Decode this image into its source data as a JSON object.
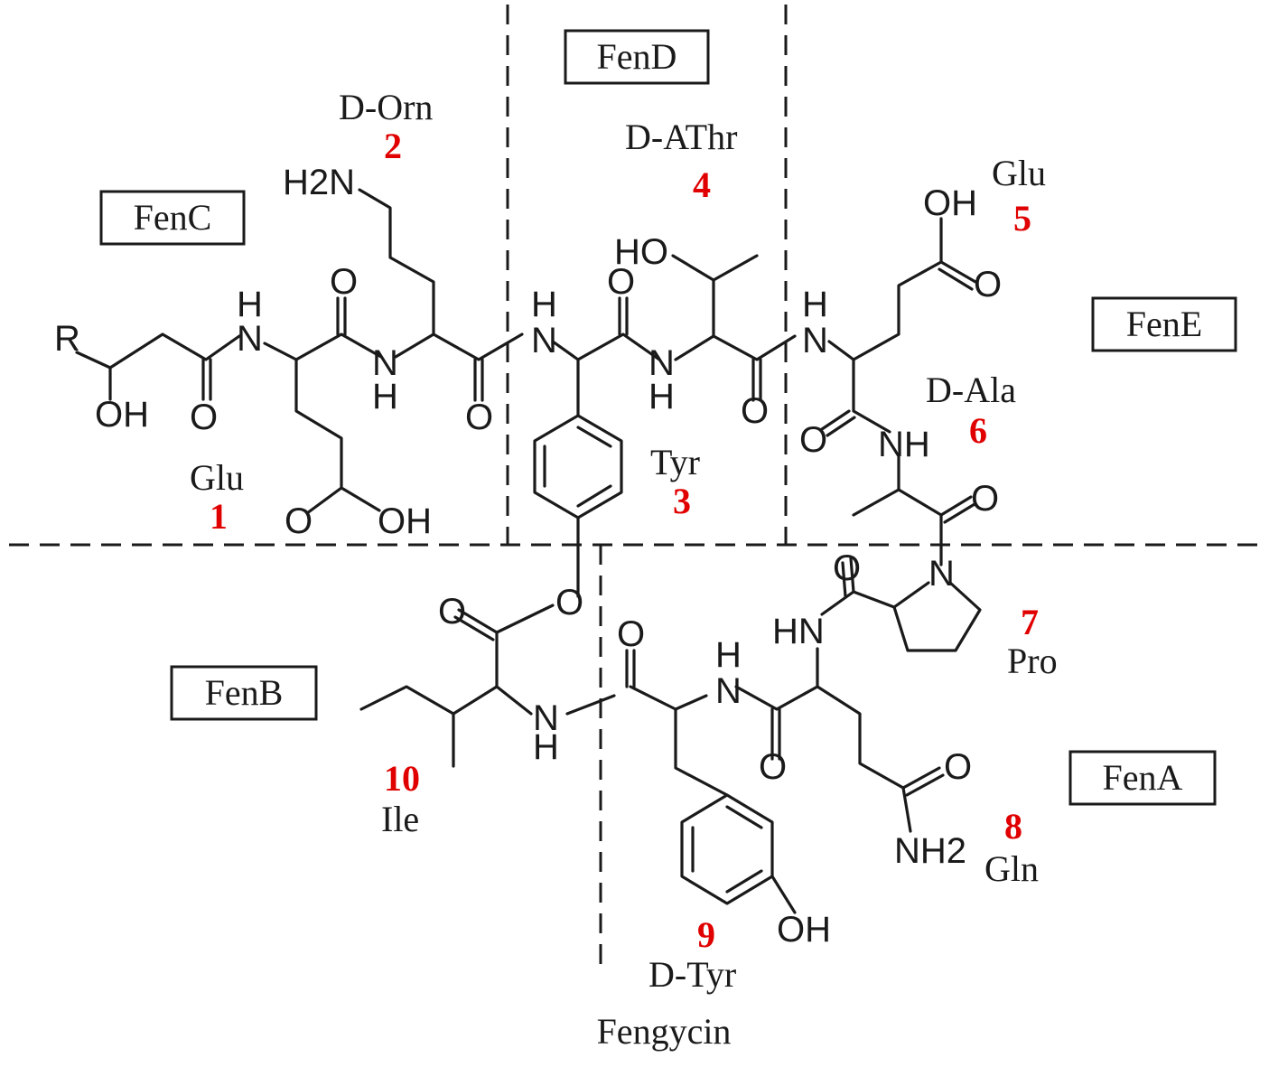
{
  "caption": "Fengycin",
  "modules": {
    "fenA": "FenA",
    "fenB": "FenB",
    "fenC": "FenC",
    "fenD": "FenD",
    "fenE": "FenE"
  },
  "residues": [
    {
      "number": "1",
      "name": "Glu"
    },
    {
      "number": "2",
      "name": "D-Orn"
    },
    {
      "number": "3",
      "name": "Tyr"
    },
    {
      "number": "4",
      "name": "D-AThr"
    },
    {
      "number": "5",
      "name": "Glu"
    },
    {
      "number": "6",
      "name": "D-Ala"
    },
    {
      "number": "7",
      "name": "Pro"
    },
    {
      "number": "8",
      "name": "Gln"
    },
    {
      "number": "9",
      "name": "D-Tyr"
    },
    {
      "number": "10",
      "name": "Ile"
    }
  ],
  "atoms": {
    "r": "R",
    "oh": "OH",
    "o": "O",
    "h": "H",
    "n": "N",
    "hn": "HN",
    "nh": "NH",
    "h2n": "H2N",
    "nh2": "NH2",
    "ho": "HO"
  }
}
